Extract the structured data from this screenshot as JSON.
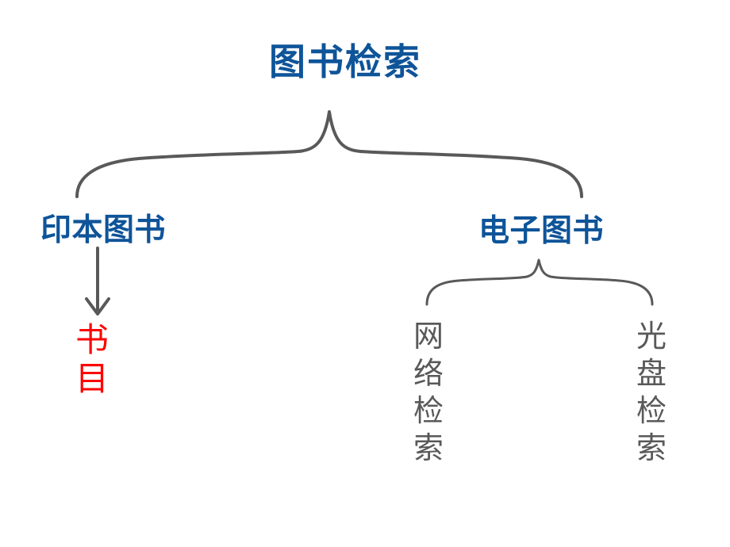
{
  "title": {
    "text": "图书检索"
  },
  "nodes": {
    "print_books": {
      "label": "印本图书"
    },
    "electronic_books": {
      "label": "电子图书"
    },
    "catalog": {
      "label": "书\n目",
      "text": "书目"
    },
    "network_search": {
      "label": "网\n络\n检\n索",
      "text": "网络检索"
    },
    "cdrom_search": {
      "label": "光\n盘\n检\n索",
      "text": "光盘检索"
    }
  },
  "tree": {
    "root": "图书检索",
    "children": [
      {
        "label": "印本图书",
        "children": [
          "书目"
        ]
      },
      {
        "label": "电子图书",
        "children": [
          "网络检索",
          "光盘检索"
        ]
      }
    ]
  },
  "colors": {
    "heading_blue": "#0E5499",
    "highlight_red": "#FE0000",
    "body_gray": "#595959",
    "connector_gray": "#595959",
    "background": "#FFFFFF"
  }
}
